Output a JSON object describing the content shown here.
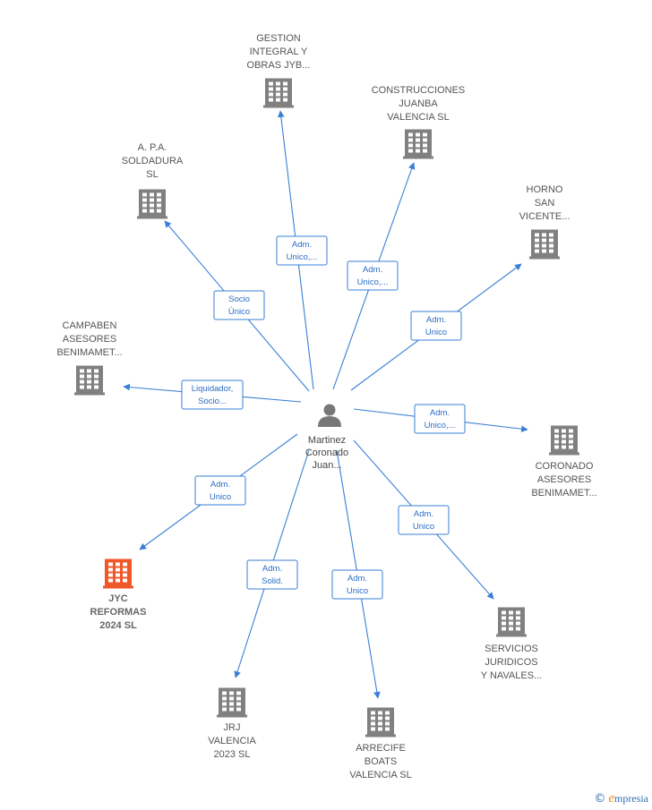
{
  "center": {
    "label_lines": [
      "Martinez",
      "Coronado",
      "Juan..."
    ],
    "icon": "person-icon"
  },
  "colors": {
    "edge": "#3a7fd5",
    "building": "#808080",
    "highlight": "#f0582a"
  },
  "nodes": [
    {
      "id": "gestion",
      "label_lines": [
        "GESTION",
        "INTEGRAL Y",
        "OBRAS JYB..."
      ],
      "icon": "building-icon",
      "highlight": false,
      "edge_label": [
        "Adm.",
        "Unico,..."
      ]
    },
    {
      "id": "construcciones",
      "label_lines": [
        "CONSTRUCCIONES",
        "JUANBA",
        "VALENCIA  SL"
      ],
      "icon": "building-icon",
      "highlight": false,
      "edge_label": [
        "Adm.",
        "Unico,..."
      ]
    },
    {
      "id": "apa",
      "label_lines": [
        "A. P.A.",
        "SOLDADURA",
        "SL"
      ],
      "icon": "building-icon",
      "highlight": false,
      "edge_label": [
        "Socio",
        "Único"
      ]
    },
    {
      "id": "horno",
      "label_lines": [
        "HORNO",
        "SAN",
        "VICENTE..."
      ],
      "icon": "building-icon",
      "highlight": false,
      "edge_label": [
        "Adm.",
        "Unico"
      ]
    },
    {
      "id": "campaben",
      "label_lines": [
        "CAMPABEN",
        "ASESORES",
        "BENIMAMET..."
      ],
      "icon": "building-icon",
      "highlight": false,
      "edge_label": [
        "Liquidador,",
        "Socio..."
      ]
    },
    {
      "id": "coronado",
      "label_lines": [
        "CORONADO",
        "ASESORES",
        "BENIMAMET..."
      ],
      "icon": "building-icon",
      "highlight": false,
      "edge_label": [
        "Adm.",
        "Unico,..."
      ]
    },
    {
      "id": "jyc",
      "label_lines": [
        "JYC",
        "REFORMAS",
        "2024  SL"
      ],
      "icon": "building-icon",
      "highlight": true,
      "edge_label": [
        "Adm.",
        "Unico"
      ]
    },
    {
      "id": "servicios",
      "label_lines": [
        "SERVICIOS",
        "JURIDICOS",
        "Y NAVALES..."
      ],
      "icon": "building-icon",
      "highlight": false,
      "edge_label": [
        "Adm.",
        "Unico"
      ]
    },
    {
      "id": "jrj",
      "label_lines": [
        "JRJ",
        "VALENCIA",
        "2023  SL"
      ],
      "icon": "building-icon",
      "highlight": false,
      "edge_label": [
        "Adm.",
        "Solid."
      ]
    },
    {
      "id": "arrecife",
      "label_lines": [
        "ARRECIFE",
        "BOATS",
        "VALENCIA  SL"
      ],
      "icon": "building-icon",
      "highlight": false,
      "edge_label": [
        "Adm.",
        "Unico"
      ]
    }
  ],
  "footer": {
    "copyright": "©",
    "brand_first": "e",
    "brand_rest": "mpresia"
  }
}
